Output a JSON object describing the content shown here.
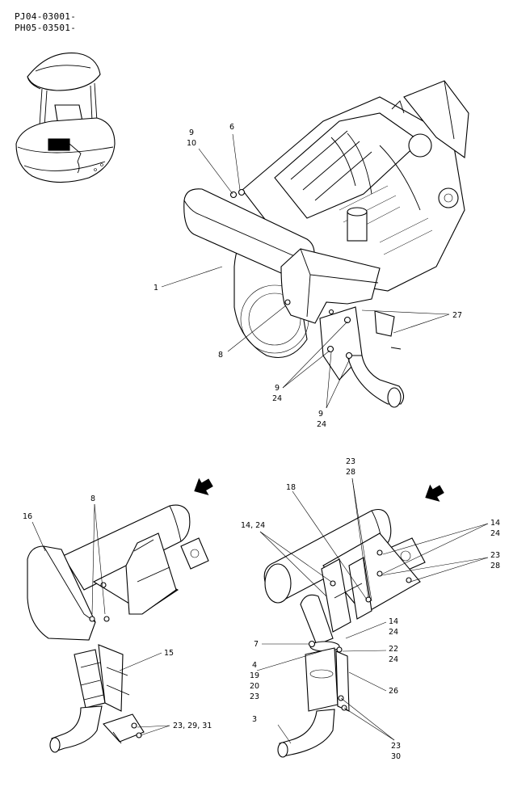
{
  "header": {
    "code_1": "PJ04-03001-",
    "code_2": "PH05-03501-"
  },
  "diagram": {
    "views": [
      {
        "name": "machine-location-view"
      },
      {
        "name": "engine-overview"
      },
      {
        "name": "muffler-cover-view"
      },
      {
        "name": "muffler-bracket-view"
      }
    ],
    "callouts": [
      {
        "id": "c1",
        "text": "9"
      },
      {
        "id": "c2",
        "text": "10"
      },
      {
        "id": "c3",
        "text": "6"
      },
      {
        "id": "c4",
        "text": "1"
      },
      {
        "id": "c5",
        "text": "27"
      },
      {
        "id": "c6",
        "text": "8"
      },
      {
        "id": "c7",
        "text": "9"
      },
      {
        "id": "c8",
        "text": "24"
      },
      {
        "id": "c9",
        "text": "9"
      },
      {
        "id": "c10",
        "text": "24"
      },
      {
        "id": "c11",
        "text": "8"
      },
      {
        "id": "c12",
        "text": "16"
      },
      {
        "id": "c13",
        "text": "15"
      },
      {
        "id": "c14",
        "text": "23, 29, 31"
      },
      {
        "id": "c15",
        "text": "23"
      },
      {
        "id": "c16",
        "text": "28"
      },
      {
        "id": "c17",
        "text": "18"
      },
      {
        "id": "c18",
        "text": "14, 24"
      },
      {
        "id": "c19",
        "text": "14"
      },
      {
        "id": "c20",
        "text": "24"
      },
      {
        "id": "c21",
        "text": "23"
      },
      {
        "id": "c22",
        "text": "28"
      },
      {
        "id": "c23",
        "text": "14"
      },
      {
        "id": "c24",
        "text": "24"
      },
      {
        "id": "c25",
        "text": "7"
      },
      {
        "id": "c26",
        "text": "22"
      },
      {
        "id": "c27",
        "text": "24"
      },
      {
        "id": "c28",
        "text": "4"
      },
      {
        "id": "c29",
        "text": "19"
      },
      {
        "id": "c30",
        "text": "20"
      },
      {
        "id": "c31",
        "text": "23"
      },
      {
        "id": "c32",
        "text": "26"
      },
      {
        "id": "c33",
        "text": "3"
      },
      {
        "id": "c34",
        "text": "23"
      },
      {
        "id": "c35",
        "text": "30"
      }
    ]
  }
}
